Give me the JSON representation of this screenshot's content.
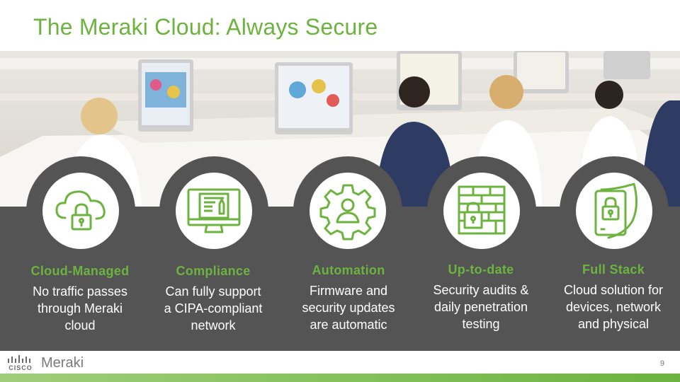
{
  "slide": {
    "title": "The Meraki Cloud: Always Secure",
    "page_number": "9"
  },
  "features": [
    {
      "title": "Cloud-Managed",
      "desc": [
        "No traffic passes",
        "through Meraki",
        "cloud"
      ],
      "icon": "cloud-lock-icon"
    },
    {
      "title": "Compliance",
      "desc": [
        "Can fully support",
        "a CIPA-compliant",
        "network"
      ],
      "icon": "monitor-document-icon"
    },
    {
      "title": "Automation",
      "desc": [
        "Firmware and",
        "security updates",
        "are automatic"
      ],
      "icon": "gear-person-icon"
    },
    {
      "title": "Up-to-date",
      "desc": [
        "Security audits &",
        "daily penetration",
        "testing"
      ],
      "icon": "firewall-lock-icon"
    },
    {
      "title": "Full Stack",
      "desc": [
        "Cloud solution for",
        "devices, network",
        "and physical"
      ],
      "icon": "device-shield-lock-icon"
    }
  ],
  "logo": {
    "cisco": "CISCO",
    "product": "Meraki"
  },
  "colors": {
    "accent": "#6cb33f",
    "band": "#545454"
  }
}
